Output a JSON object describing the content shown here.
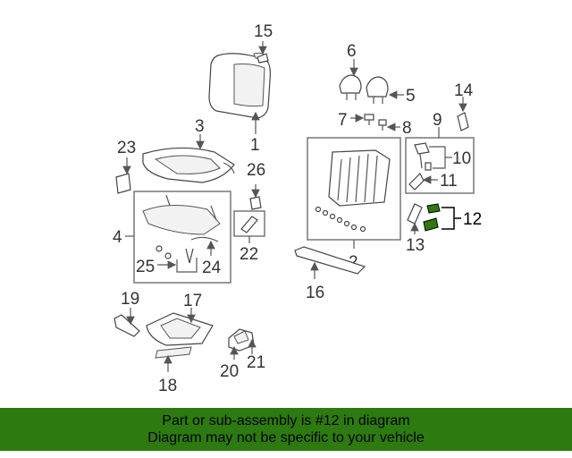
{
  "diagram": {
    "callouts": [
      "1",
      "2",
      "3",
      "4",
      "5",
      "6",
      "7",
      "8",
      "9",
      "10",
      "11",
      "12",
      "13",
      "14",
      "15",
      "16",
      "17",
      "18",
      "19",
      "20",
      "21",
      "22",
      "23",
      "24",
      "25",
      "26"
    ],
    "highlight_color": "#2d7a10"
  },
  "banner": {
    "line1": "Part or sub-assembly is #12 in diagram",
    "line2": "Diagram may not be specific to your vehicle",
    "background": "#2d7a10"
  }
}
